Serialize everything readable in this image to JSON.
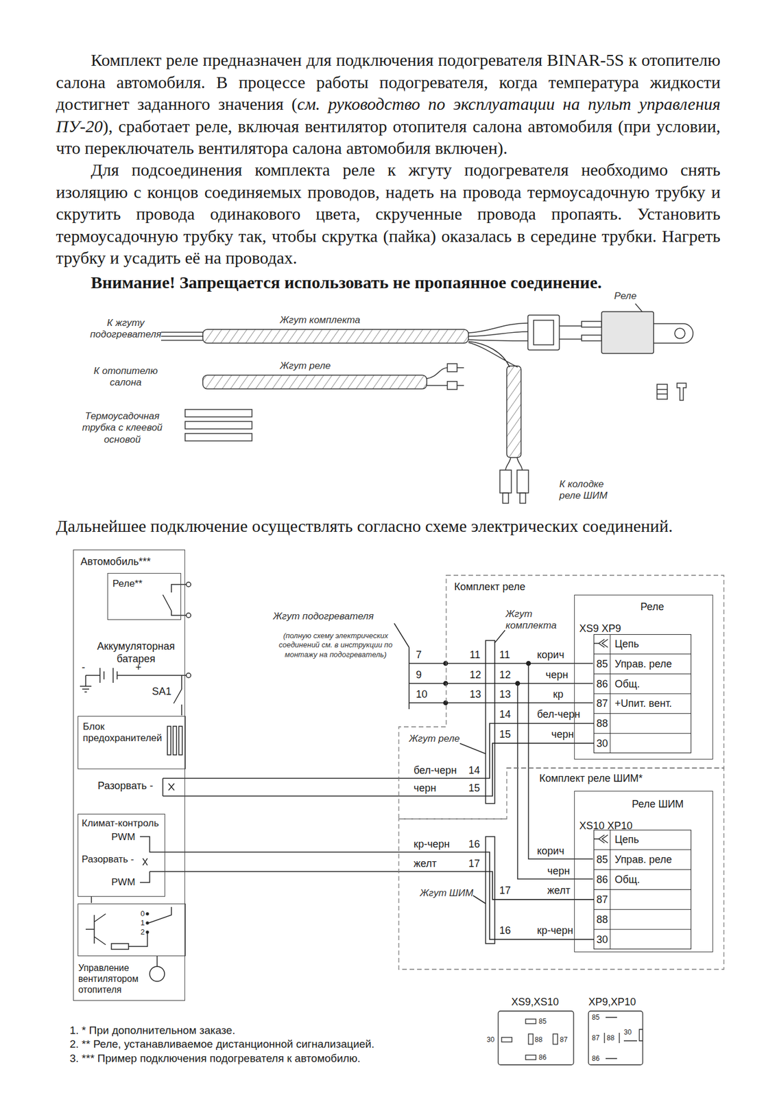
{
  "diagram": {
    "nodes": [
      {
        "text": [
          "Автомобиль***"
        ]
      },
      {
        "text": [
          "Реле**"
        ],
        "in": 0
      },
      {
        "text": [
          "Блок предохранителей"
        ],
        "in": 0
      },
      {
        "text": [
          "Климат-контроль",
          "PWM",
          "Разорвать -",
          "PWM"
        ],
        "in": 0
      },
      {
        "text": [
          "Управление вентилятором отопителя"
        ],
        "in": 0
      },
      {
        "text": [
          "Комплект реле"
        ]
      },
      {
        "text": [
          "Реле",
          "XS9 XP9"
        ],
        "in": 5
      },
      {
        "text": [
          "Цепь",
          "85",
          "Управ. реле",
          "86",
          "Общ.",
          "87",
          "+Uпит. вент.",
          "88",
          "30"
        ],
        "in": 6
      },
      {
        "text": [
          "Комплект реле ШИМ*"
        ]
      },
      {
        "text": [
          "Реле ШИМ",
          "XS10 XP10"
        ],
        "in": 8
      },
      {
        "text": [
          "Цепь",
          "85",
          "Управ. реле",
          "86",
          "Общ.",
          "87",
          "88",
          "30"
        ],
        "in": 9
      }
    ],
    "edges": [
      {
        "from": 0,
        "to": 7,
        "arrow": "none"
      },
      {
        "from": 0,
        "to": 7,
        "arrow": "none"
      },
      {
        "from": 3,
        "to": 10,
        "arrow": "none"
      },
      {
        "from": 3,
        "to": 10,
        "arrow": "none"
      }
    ],
    "labels": [
      "Комплект реле предназначен для подключения подогревателя BINAR-5S к отопителю салона автомобиля. В процессе работы подогревателя, когда температура жидкости достигнет заданного значения (",
      "см. руководство по эксплуатации на пульт управления ПУ-20",
      "), сработает реле, включая вентилятор отопителя салона автомобиля (при условии, что переключатель вентилятора салона автомобиля включен).",
      "Для подсоединения комплекта реле к жгуту подогревателя необходимо снять изоляцию с концов соединяемых проводов, надеть на провода термоусадочную трубку и скрутить провода одинакового цвета, скрученные провода пропаять. Установить термоусадочную трубку так, чтобы скрутка (пайка) оказалась в середине трубки. Нагреть трубку и усадить её на проводах.",
      "Внимание! Запрещается использовать не пропаянное соединение.",
      "Дальнейшее подключение осуществлять согласно схеме электрических соединений.",
      "Реле",
      "К жгуту подогревателя",
      "Жгут комплекта",
      "К отопителю салона",
      "Жгут реле",
      "Термоусадочная трубка с клеевой основой",
      "К колодке реле ШИМ",
      "Аккумуляторная батарея",
      "-",
      "+",
      "SA1",
      "Разорвать -",
      "Жгут подогревателя",
      "(полную схему электрических соединений см. в инструкции по монтажу на подогреватель)",
      "7",
      "9",
      "10",
      "11",
      "12",
      "13",
      "Жгут комплекта",
      "11",
      "12",
      "13",
      "корич",
      "черн",
      "кр",
      "14",
      "бел-черн",
      "15",
      "черн",
      "Жгут реле",
      "бел-черн",
      "14",
      "черн",
      "15",
      "кр-черн",
      "16",
      "желт",
      "17",
      "корич",
      "черн",
      "Жгут ШИМ",
      "17",
      "желт",
      "16",
      "кр-черн",
      "0",
      "1",
      "2",
      "XS9,XS10",
      "XP9,XP10",
      "85",
      "30",
      "88",
      "87",
      "86",
      "85",
      "87",
      "88",
      "30",
      "86",
      "1. * При дополнительном заказе.",
      "2. ** Реле, устанавливаемое дистанционной сигнализацией.",
      "3. *** Пример подключения подогревателя к автомобилю."
    ]
  }
}
